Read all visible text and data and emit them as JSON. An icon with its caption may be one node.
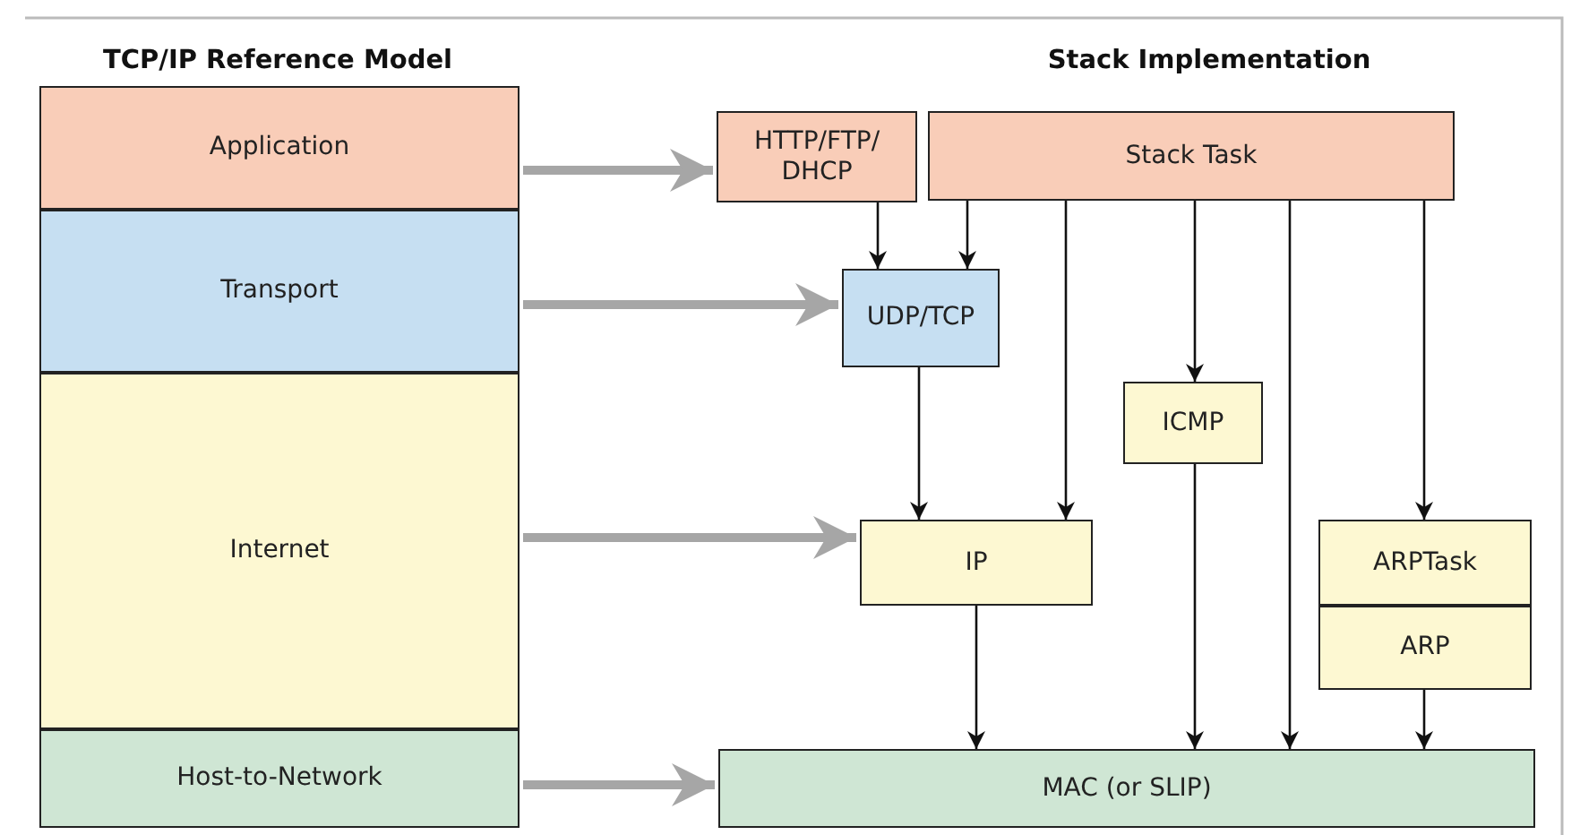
{
  "diagram": {
    "nodes": [
      {
        "text": [
          "Application"
        ]
      },
      {
        "text": [
          "Transport"
        ]
      },
      {
        "text": [
          "Internet"
        ]
      },
      {
        "text": [
          "Host-to-Network"
        ]
      },
      {
        "text": [
          "HTTP/FTP/ DHCP"
        ]
      },
      {
        "text": [
          "Stack Task"
        ]
      },
      {
        "text": [
          "UDP/TCP"
        ]
      },
      {
        "text": [
          "ICMP"
        ]
      },
      {
        "text": [
          "IP"
        ]
      },
      {
        "text": [
          "ARPTask"
        ]
      },
      {
        "text": [
          "ARP"
        ]
      },
      {
        "text": [
          "MAC (or SLIP)"
        ]
      }
    ],
    "edges": [
      {
        "from": 0,
        "to": 4,
        "arrow": "to",
        "style": "thick",
        "color": "#a6a6a6"
      },
      {
        "from": 1,
        "to": 6,
        "arrow": "to",
        "style": "thick",
        "color": "#a6a6a6"
      },
      {
        "from": 2,
        "to": 8,
        "arrow": "to",
        "style": "thick",
        "color": "#a6a6a6"
      },
      {
        "from": 3,
        "to": 11,
        "arrow": "to",
        "style": "thick",
        "color": "#a6a6a6"
      },
      {
        "from": 4,
        "to": 6,
        "arrow": "to"
      },
      {
        "from": 5,
        "to": 6,
        "arrow": "to"
      },
      {
        "from": 5,
        "to": 8,
        "arrow": "to"
      },
      {
        "from": 5,
        "to": 7,
        "arrow": "to"
      },
      {
        "from": 5,
        "to": 11,
        "arrow": "to"
      },
      {
        "from": 5,
        "to": 9,
        "arrow": "to"
      },
      {
        "from": 6,
        "to": 8,
        "arrow": "to"
      },
      {
        "from": 8,
        "to": 11,
        "arrow": "to"
      },
      {
        "from": 7,
        "to": 11,
        "arrow": "to"
      },
      {
        "from": 10,
        "to": 11,
        "arrow": "to"
      }
    ],
    "labels": [
      "TCP/IP Reference Model",
      "Stack Implementation"
    ]
  }
}
